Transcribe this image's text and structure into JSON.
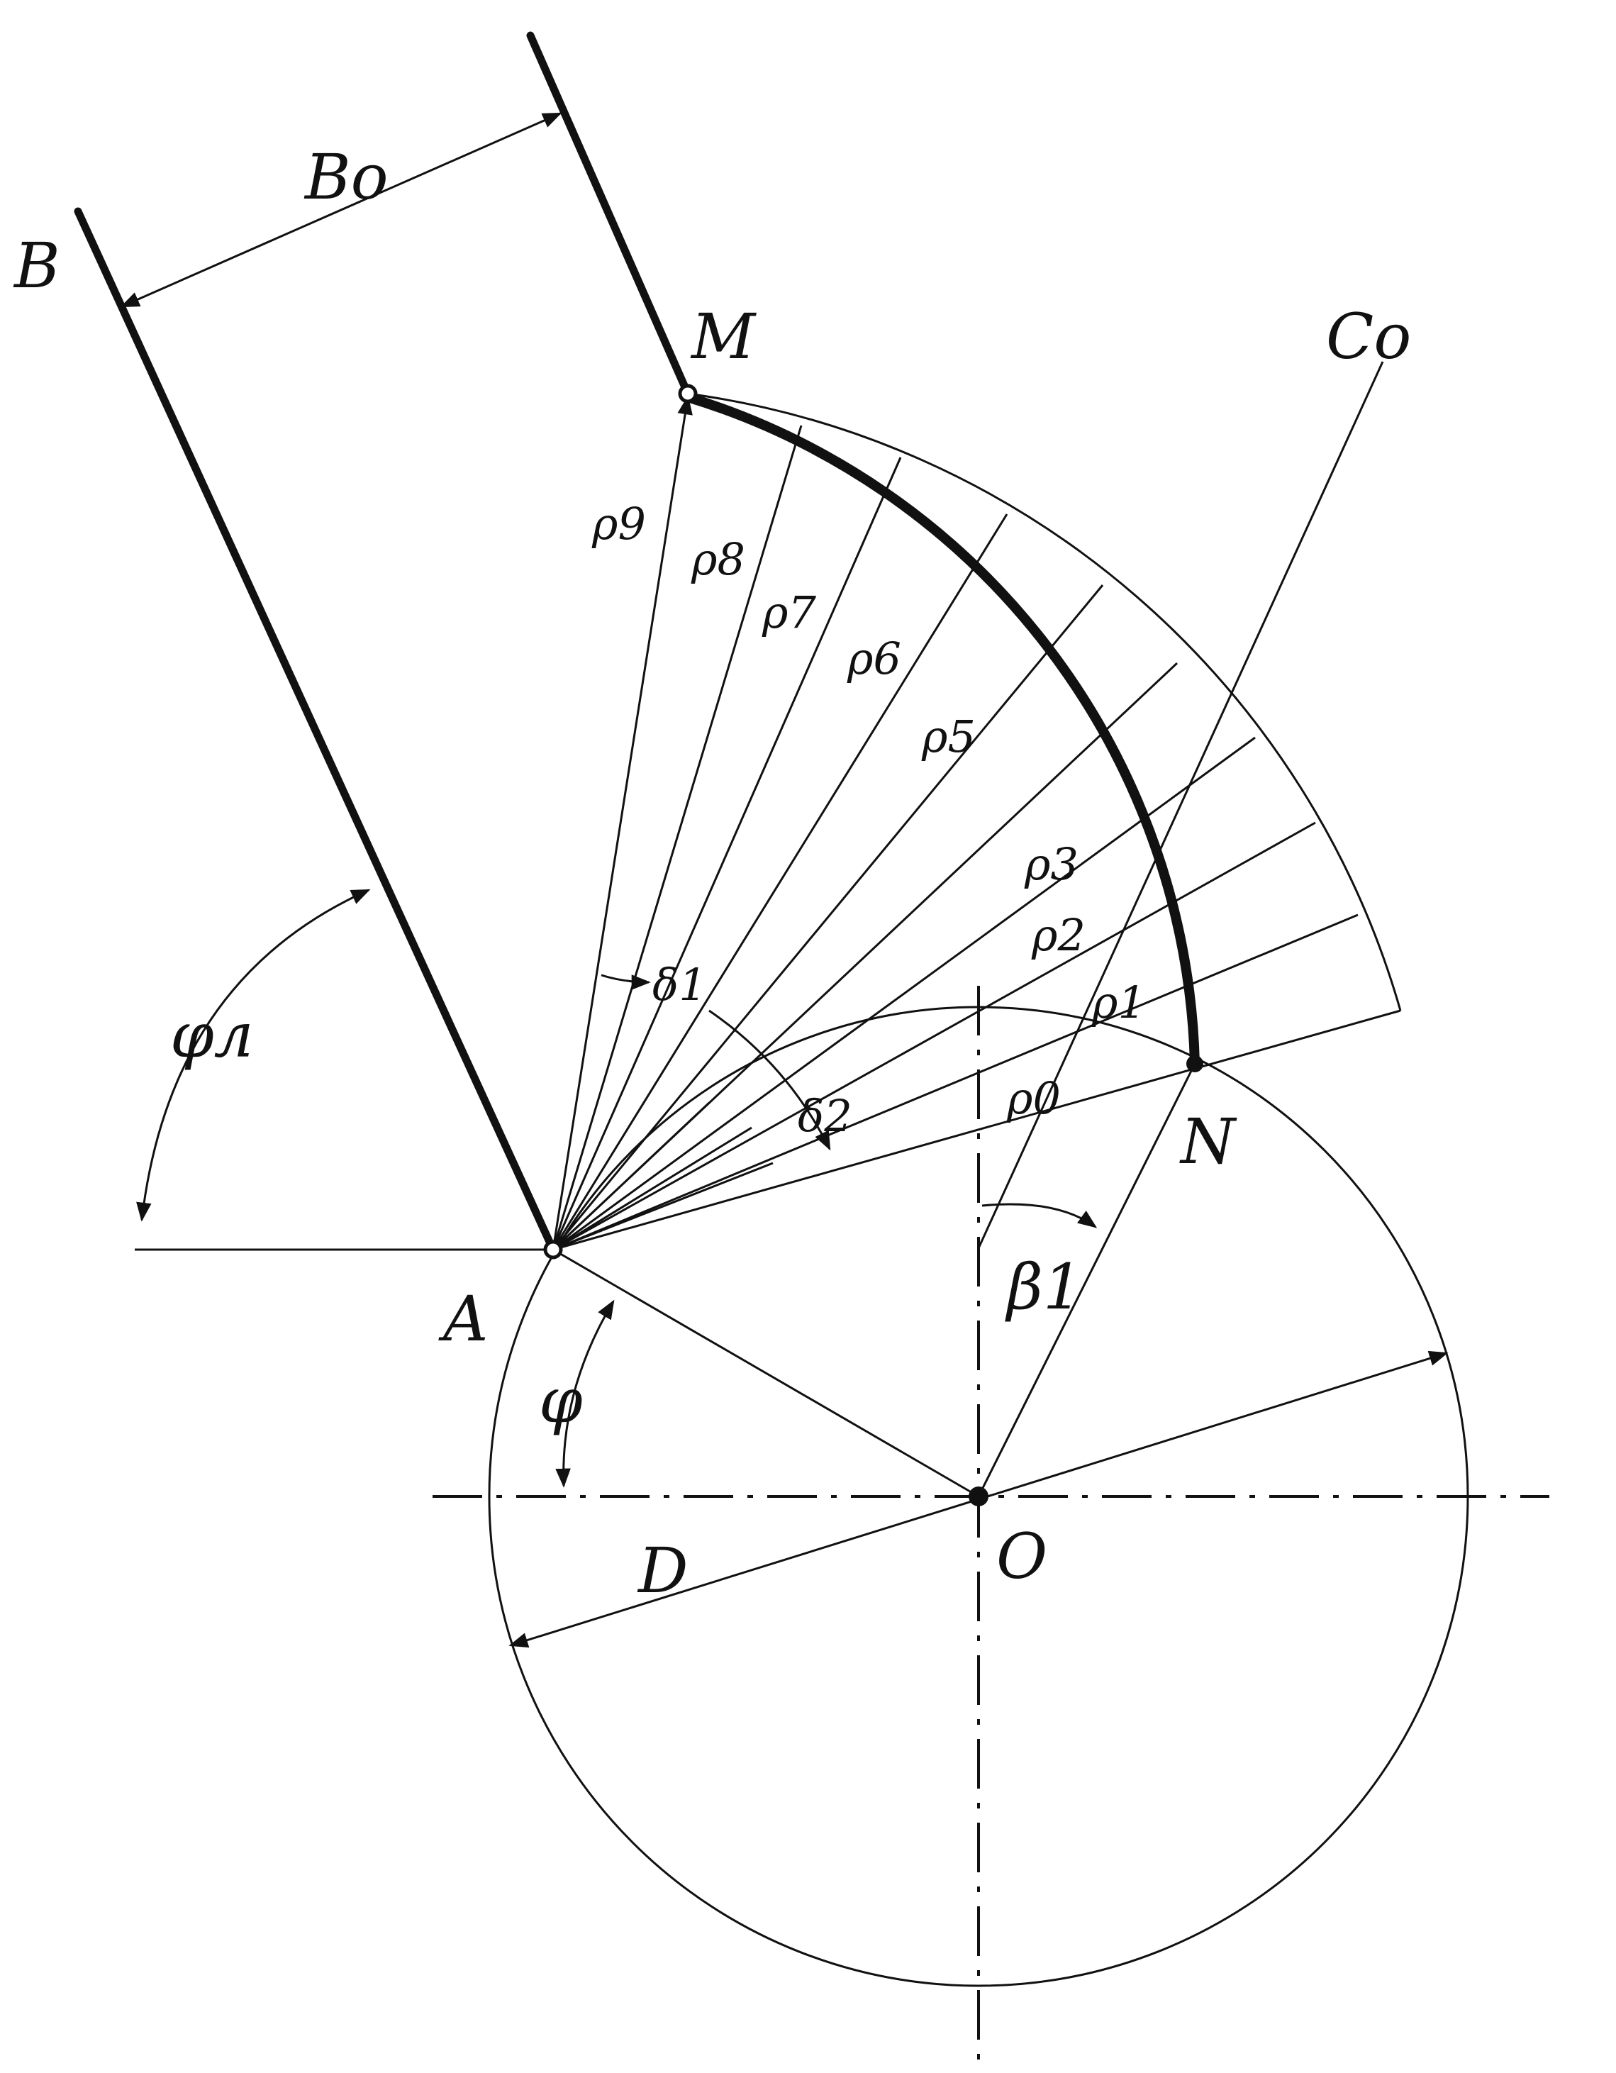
{
  "labels": {
    "B": "B",
    "Bo": "Bo",
    "M": "M",
    "Co": "Co",
    "A": "A",
    "N": "N",
    "O": "O",
    "D": "D",
    "phi_n": "φл",
    "phi": "φ",
    "beta": "β1",
    "delta1": "δ1",
    "delta2": "δ2",
    "rho0": "ρ0",
    "rho1": "ρ1",
    "rho2": "ρ2",
    "rho3": "ρ3",
    "rho5": "ρ5",
    "rho6": "ρ6",
    "rho7": "ρ7",
    "rho8": "ρ8",
    "rho9": "ρ9"
  }
}
